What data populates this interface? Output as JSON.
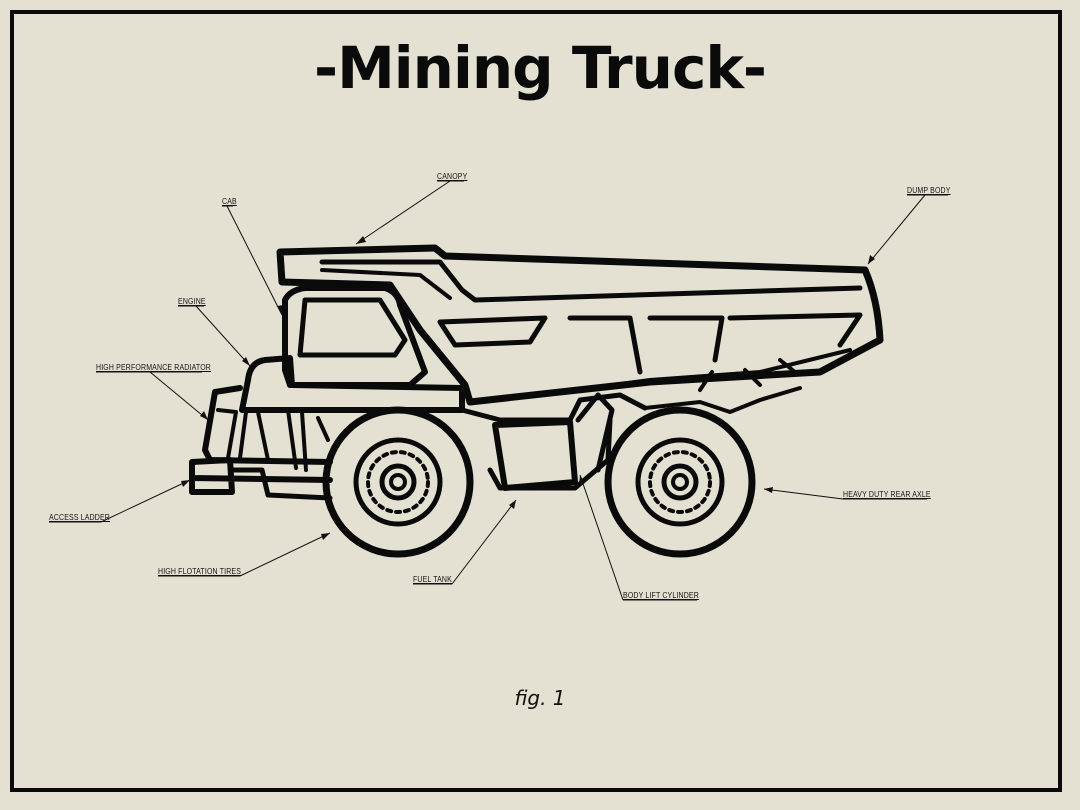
{
  "title": "-Mining Truck-",
  "caption": "fig. 1",
  "labels": {
    "canopy": "CANOPY",
    "cab": "CAB",
    "dump_body": "DUMP BODY",
    "engine": "ENGINE",
    "radiator": "HIGH PERFORMANCE RADIATOR",
    "access_ladder": "ACCESS LADDER",
    "tires": "HIGH FLOTATION TIRES",
    "fuel_tank": "FUEL TANK",
    "body_lift_cylinder": "BODY LIFT CYLINDER",
    "rear_axle": "HEAVY DUTY REAR AXLE"
  },
  "colors": {
    "background": "#e4e1d2",
    "ink": "#0a0a0a"
  }
}
